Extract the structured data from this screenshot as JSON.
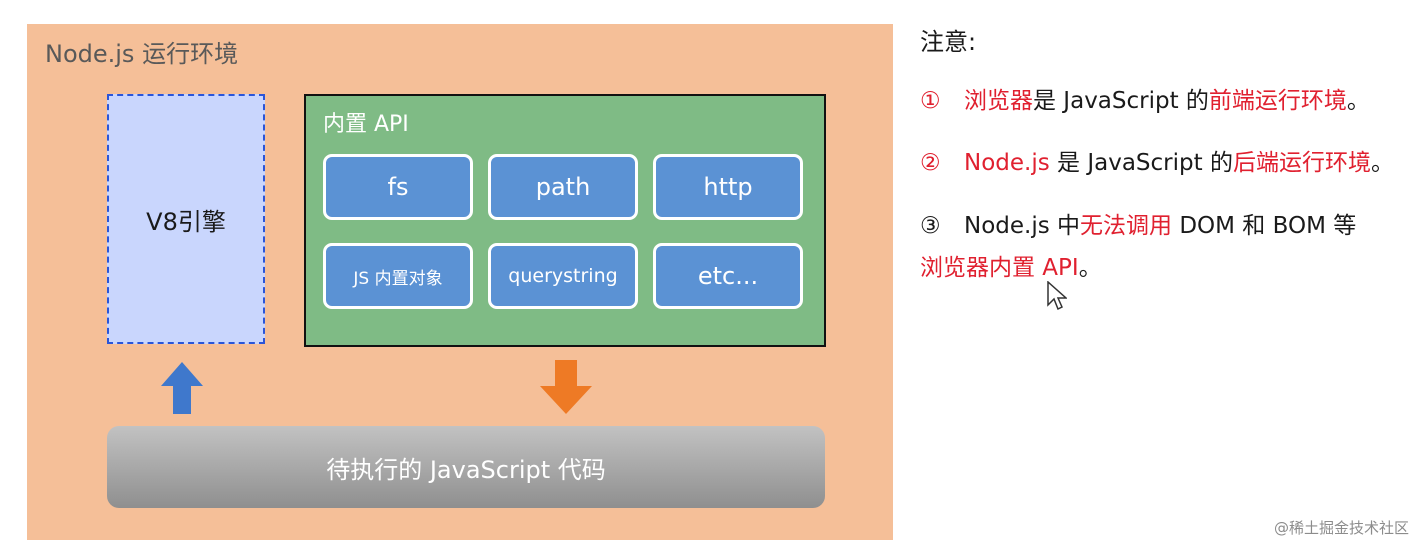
{
  "diagram": {
    "env_title": "Node.js 运行环境",
    "v8_label": "V8引擎",
    "api_title": "内置 API",
    "modules": [
      "fs",
      "path",
      "http",
      "JS 内置对象",
      "querystring",
      "etc..."
    ],
    "code_label": "待执行的 JavaScript 代码",
    "colors": {
      "env_bg": "#f5bf98",
      "v8_bg": "#c9d6fd",
      "v8_border": "#2a55d8",
      "api_bg": "#7fbb85",
      "module_bg": "#5b92d4",
      "up_arrow": "#3f78cc",
      "down_arrow": "#ee7a25"
    }
  },
  "notes": {
    "title": "注意:",
    "items": [
      {
        "num": "①",
        "p1": "浏览器",
        "p2": "是 JavaScript 的",
        "p3": "前端运行环境",
        "p4": "。"
      },
      {
        "num": "②",
        "p1": "Node.js",
        "p2": " 是 JavaScript 的",
        "p3": "后端运行环境",
        "p4": "。"
      },
      {
        "num": "③",
        "p1": "Node.js 中",
        "p2": "无法调用",
        "p3": " DOM 和 BOM 等",
        "p4": "浏览器内置 API",
        "p5": "。"
      }
    ]
  },
  "watermark": "@稀土掘金技术社区"
}
